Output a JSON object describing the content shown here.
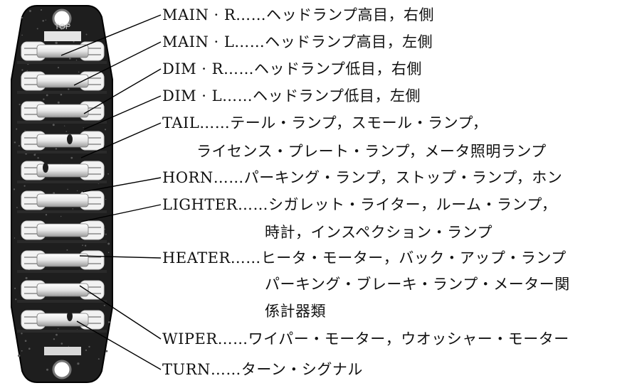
{
  "panel": {
    "top_mark": "TOP"
  },
  "labels": [
    {
      "id": "main-r",
      "lines": [
        "MAIN · R……ヘッドランプ高目，右側"
      ]
    },
    {
      "id": "main-l",
      "lines": [
        "MAIN · L……ヘッドランプ高目，左側"
      ]
    },
    {
      "id": "dim-r",
      "lines": [
        "DIM · R……ヘッドランプ低目，右側"
      ]
    },
    {
      "id": "dim-l",
      "lines": [
        "DIM · L……ヘッドランプ低目，左側"
      ]
    },
    {
      "id": "tail",
      "lines": [
        "TAIL……テール・ランプ，スモール・ランプ，",
        "ライセンス・プレート・ランプ，メータ照明ランプ"
      ]
    },
    {
      "id": "horn",
      "lines": [
        "HORN……パーキング・ランプ，ストップ・ランプ，ホン"
      ]
    },
    {
      "id": "lighter",
      "lines": [
        "LIGHTER……シガレット・ライター，ルーム・ランプ，",
        "時計，インスペクション・ランプ"
      ]
    },
    {
      "id": "heater",
      "lines": [
        "HEATER……ヒータ・モーター，バック・アップ・ランプ",
        "パーキング・ブレーキ・ランプ・メーター関",
        "係計器類"
      ]
    },
    {
      "id": "wiper",
      "lines": [
        "WIPER……ワイパー・モーター，ウオッシャー・モーター"
      ]
    },
    {
      "id": "turn",
      "lines": [
        "TURN……ターン・シグナル"
      ]
    }
  ]
}
